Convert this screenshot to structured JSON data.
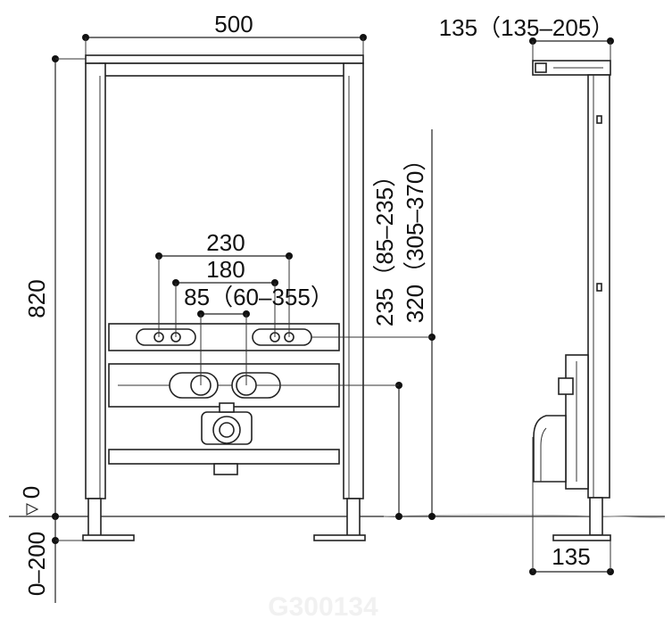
{
  "dimensions": {
    "top_width": "500",
    "side_depth_top": "135（135–205）",
    "height_total": "820",
    "width_230": "230",
    "width_180": "180",
    "width_85": "85（60–355）",
    "height_235": "235（85–235）",
    "height_320": "320（305–370）",
    "floor_zero": "0",
    "floor_range": "0–200",
    "side_depth_bottom": "135"
  },
  "watermark": "G300134"
}
